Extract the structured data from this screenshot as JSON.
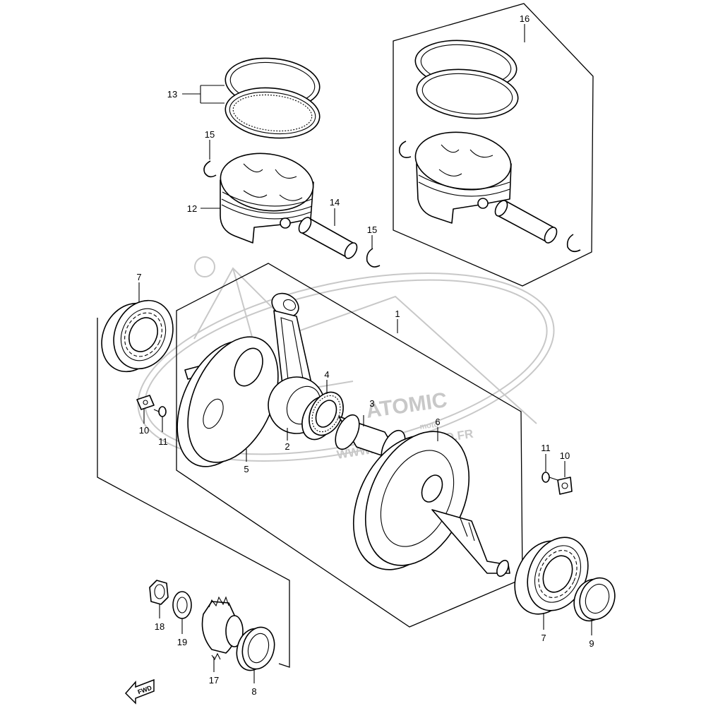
{
  "diagram": {
    "labels": {
      "p1": "1",
      "p2": "2",
      "p3": "3",
      "p4": "4",
      "p5": "5",
      "p6": "6",
      "p7a": "7",
      "p7b": "7",
      "p8": "8",
      "p9": "9",
      "p10a": "10",
      "p10b": "10",
      "p11a": "11",
      "p11b": "11",
      "p12": "12",
      "p13": "13",
      "p14": "14",
      "p15a": "15",
      "p15b": "15",
      "p16": "16",
      "p17": "17",
      "p18": "18",
      "p19": "19"
    },
    "fwd_label": "FWD",
    "watermark": {
      "brand": "ATOMIC",
      "sub": "moto",
      "url": "WWW.ATOMICMOTO.FR"
    }
  }
}
